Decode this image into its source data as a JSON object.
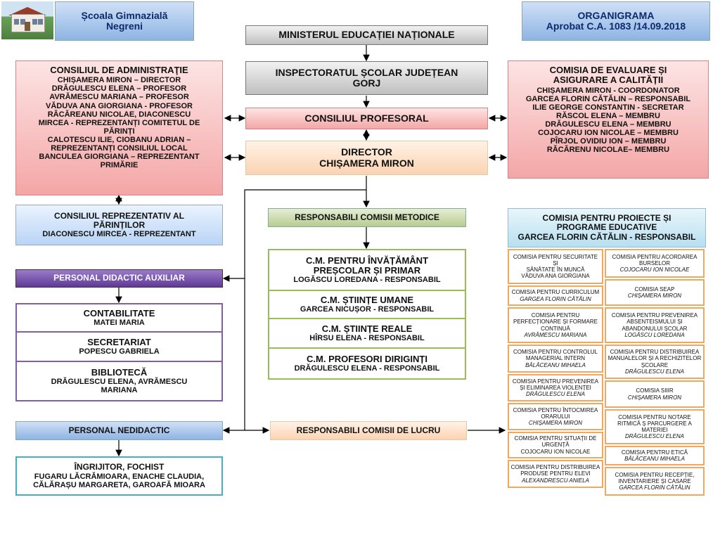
{
  "school": {
    "name_line1": "Școala Gimnazială",
    "name_line2": "Negreni"
  },
  "header": {
    "title": "ORGANIGRAMA",
    "approval": "Aprobat C.A. 1083 /14.09.2018"
  },
  "ministry": "MINISTERUL EDUCAȚIEI NAȚIONALE",
  "inspectorate": {
    "line1": "INSPECTORATUL  ȘCOLAR JUDEȚEAN",
    "line2": "GORJ"
  },
  "council_prof": "CONSILIUL  PROFESORAL",
  "director": {
    "title": "DIRECTOR",
    "name": "CHIȘAMERA  MIRON"
  },
  "admin_council": {
    "title": "CONSILIUL  DE ADMINISTRAŢIE",
    "members": [
      "CHIȘAMERA MIRON – DIRECTOR",
      "DRĂGULESCU ELENA – PROFESOR",
      "AVRĂMESCU MARIANA – PROFESOR",
      "VĂDUVA ANA GIORGIANA - PROFESOR",
      "RĂCĂREANU NICOLAE, DIACONESCU",
      "MIRCEA - REPREZENTANȚI  COMITETUL DE",
      "PĂRINȚI",
      "CALOTESCU ILIE, CIOBANU ADRIAN –",
      "REPREZENTANȚI CONSILIUL LOCAL",
      "BANCULEA GIORGIANA – REPREZENTANT",
      "PRIMĂRIE"
    ]
  },
  "quality_comm": {
    "title_line1": "COMISIA  DE EVALUARE ȘI",
    "title_line2": "ASIGURARE  A CALITĂȚII",
    "members": [
      "CHIȘAMERA MIRON - COORDONATOR",
      "GARCEA FLORIN CĂTĂLIN – RESPONSABIL",
      "ILIE GEORGE CONSTANTIN - SECRETAR",
      "RĂSCOL ELENA – MEMBRU",
      "DRĂGULESCU ELENA – MEMBRU",
      "COJOCARU ION NICOLAE – MEMBRU",
      "PÎRJOL OVIDIU ION – MEMBRU",
      "RĂCĂRENU NICOLAE– MEMBRU"
    ]
  },
  "parents_council": {
    "title_line1": "CONSILIUL REPREZENTATIV AL",
    "title_line2": "PĂRINȚILOR",
    "rep": "DIACONESCU MIRCEA - REPREZENTANT"
  },
  "aux_staff": {
    "title": "PERSONAL DIDACTIC AUXILIAR",
    "units": [
      {
        "name": "CONTABILITATE",
        "person": "MATEI MARIA"
      },
      {
        "name": "SECRETARIAT",
        "person": "POPESCU GABRIELA"
      },
      {
        "name": "BIBLIOTECĂ",
        "person": "DRĂGULESCU ELENA, AVRĂMESCU MARIANA"
      }
    ]
  },
  "nondidactic": {
    "title": "PERSONAL NEDIDACTIC",
    "role": "ÎNGRIJITOR, FOCHIST",
    "people_line1": "FUGARU LĂCRĂMIOARA, ENACHE CLAUDIA,",
    "people_line2": "CĂLĂRAȘU MARGARETA, GAROAFĂ MIOARA"
  },
  "method_comm": {
    "title": "RESPONSABILI COMISII METODICE",
    "items": [
      {
        "name_line1": "C.M. PENTRU ÎNVĂȚĂMÂNT",
        "name_line2": "PREȘCOLAR ȘI PRIMAR",
        "resp": "LOGĂSCU LOREDANA - RESPONSABIL"
      },
      {
        "name_line1": "C.M. ȘTIINȚE UMANE",
        "name_line2": "",
        "resp": "GARCEA NICUȘOR - RESPONSABIL"
      },
      {
        "name_line1": "C.M. ȘTIINȚE REALE",
        "name_line2": "",
        "resp": "HÎRSU ELENA - RESPONSABIL"
      },
      {
        "name_line1": "C.M. PROFESORI DIRIGINȚI",
        "name_line2": "",
        "resp": "DRĂGULESCU ELENA - RESPONSABIL"
      }
    ]
  },
  "work_comm": {
    "title": "RESPONSABILI COMISII DE LUCRU"
  },
  "projects_comm": {
    "title_line1": "COMISIA PENTRU PROIECTE ȘI",
    "title_line2": "PROGRAME EDUCATIVE",
    "resp": "GARCEA FLORIN CĂTĂLIN - RESPONSABIL"
  },
  "work_left": [
    {
      "l1": "COMISIA PENTRU  SECURITATE  ȘI",
      "l2": "SĂNĂTATE ÎN MUNCĂ",
      "l3": "",
      "name": "VĂDUVA ANA GIORGIANA",
      "italic": false
    },
    {
      "l1": "COMISIA PENTRU  CURRICULUM",
      "l2": "",
      "l3": "",
      "name": "GARGEA FLORIN CĂTĂLIN",
      "italic": true
    },
    {
      "l1": "COMISIA PENTRU",
      "l2": "PERFECȚIONARE  ȘI FORMARE",
      "l3": "CONTINUĂ",
      "name": "AVRĂMESCU MARIANA",
      "italic": true
    },
    {
      "l1": "COMISIA PENTRU CONTROLUL",
      "l2": "MANAGERIAL INTERN",
      "l3": "",
      "name": "BĂLĂCEANU MIHAELA",
      "italic": true
    },
    {
      "l1": "COMISIA PENTRU PREVENIREA",
      "l2": "ȘI ELIMINAREA VIOLENȚEI",
      "l3": "",
      "name": "DRĂGULESCU ELENA",
      "italic": true
    },
    {
      "l1": "COMISIA PENTRU ÎNTOCMIREA",
      "l2": "ORARULUI",
      "l3": "",
      "name": "CHIȘAMERA MIRON",
      "italic": true
    },
    {
      "l1": "COMISIA PENTRU SITUAȚII DE",
      "l2": "URGENȚĂ",
      "l3": "",
      "name": "COJOCARU ION NICOLAE",
      "italic": false
    },
    {
      "l1": "COMISIA PENTRU DISTRIBUIREA",
      "l2": "PRODUSE PENTRU ELEVI",
      "l3": "",
      "name": "ALEXANDRESCU ANIELA",
      "italic": true
    }
  ],
  "work_right": [
    {
      "l1": "COMISIA PENTRU  ACORDAREA",
      "l2": "BURSELOR",
      "l3": "",
      "name": "COJOCARU ION NICOLAE",
      "italic": true
    },
    {
      "l1": "COMISIA SEAP",
      "l2": "",
      "l3": "",
      "name": "CHIȘAMERA MIRON",
      "italic": true
    },
    {
      "l1": "COMISIA PENTRU PREVENIREA",
      "l2": "ABSENTEISMULUI  ȘI",
      "l3": "ABANDONULUI ȘCOLAR",
      "name": "LOGĂSCU LOREDANA",
      "italic": true
    },
    {
      "l1": "COMISIA PENTRU DISTRIBUIREA",
      "l2": "MANUALELOR ȘI A RECHIZITELOR",
      "l3": "ȘCOLARE",
      "name": "DRĂGULESCU ELENA",
      "italic": true
    },
    {
      "l1": "COMISIA SIIIR",
      "l2": "",
      "l3": "",
      "name": "CHIȘAMERA MIRON",
      "italic": true
    },
    {
      "l1": "COMISIA PENTRU NOTARE",
      "l2": "RITMICĂ Ș PARCURGERE  A",
      "l3": "MATERIEI",
      "name": "DRĂGULESCU ELENA",
      "italic": true
    },
    {
      "l1": "COMISIA PENTRU ETICĂ",
      "l2": "",
      "l3": "",
      "name": "BĂLĂCEANU MIHAELA",
      "italic": true
    },
    {
      "l1": "COMISIA PENTRU RECEPȚIE,",
      "l2": "INVENTARIERE ȘI CASARE",
      "l3": "",
      "name": "GARCEA FLORIN CĂTĂLIN",
      "italic": true
    }
  ]
}
